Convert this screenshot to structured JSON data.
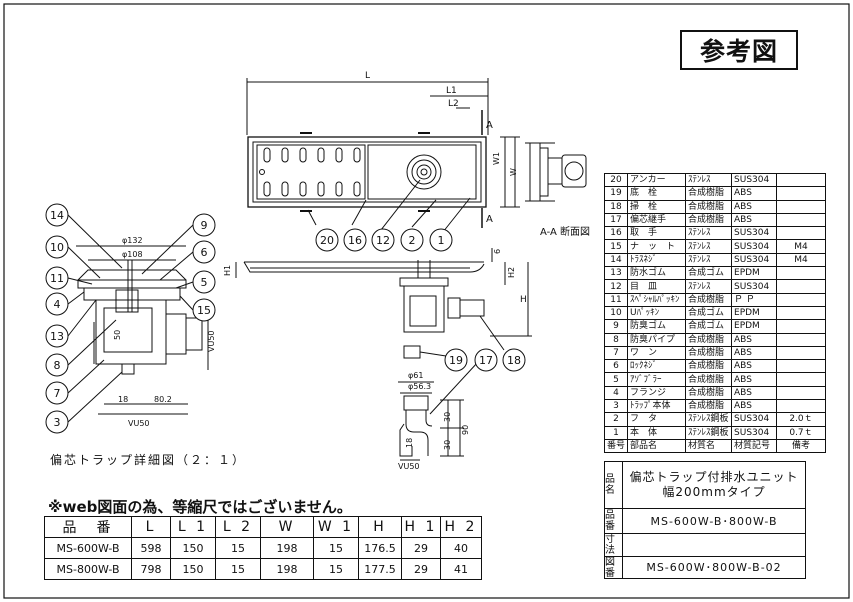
{
  "title_box": "参考図",
  "section_label": "A-A 断面図",
  "detail_caption": "偏芯トラップ詳細図（２：１）",
  "note": "※web図面の為、等縮尺ではございません。",
  "dim_labels": {
    "L": "L",
    "L1": "L1",
    "L2": "L2",
    "W": "W",
    "W1": "W1",
    "A_top": "A",
    "A_bottom": "A",
    "H": "H",
    "H1": "H1",
    "H2": "H2",
    "six": "6",
    "d132": "φ132",
    "d108": "φ108",
    "fifty": "50",
    "vu50_side": "VU50",
    "eighteen": "18",
    "eighty": "80.2",
    "vu50_bottom": "VU50",
    "d61": "φ61",
    "d56": "φ56.3",
    "ninety": "90",
    "thirty_a": "30",
    "thirty_b": "30",
    "eighteen2": "18",
    "vu50_small": "VU50"
  },
  "balloons_plan": [
    "20",
    "16",
    "12",
    "2",
    "1"
  ],
  "balloons_section": [
    "19",
    "17",
    "18"
  ],
  "balloons_detail": [
    "14",
    "10",
    "11",
    "4",
    "13",
    "8",
    "7",
    "3",
    "9",
    "6",
    "5",
    "15"
  ],
  "spec_table": {
    "headers": [
      "品　番",
      "L",
      "L 1",
      "L 2",
      "W",
      "W 1",
      "H",
      "H 1",
      "H 2"
    ],
    "rows": [
      [
        "MS-600W-B",
        "598",
        "150",
        "15",
        "198",
        "15",
        "176.5",
        "29",
        "40"
      ],
      [
        "MS-800W-B",
        "798",
        "150",
        "15",
        "198",
        "15",
        "177.5",
        "29",
        "41"
      ]
    ]
  },
  "parts_table": [
    [
      "20",
      "アンカー",
      "ｽﾃﾝﾚｽ",
      "SUS304",
      ""
    ],
    [
      "19",
      "底　栓",
      "合成樹脂",
      "ABS",
      ""
    ],
    [
      "18",
      "掃　栓",
      "合成樹脂",
      "ABS",
      ""
    ],
    [
      "17",
      "偏芯継手",
      "合成樹脂",
      "ABS",
      ""
    ],
    [
      "16",
      "取　手",
      "ｽﾃﾝﾚｽ",
      "SUS304",
      ""
    ],
    [
      "15",
      "ナ　ッ　ト",
      "ｽﾃﾝﾚｽ",
      "SUS304",
      "M4"
    ],
    [
      "14",
      "ﾄﾗｽﾈｼﾞ",
      "ｽﾃﾝﾚｽ",
      "SUS304",
      "M4"
    ],
    [
      "13",
      "防水ゴム",
      "合成ゴム",
      "EPDM",
      ""
    ],
    [
      "12",
      "目　皿",
      "ｽﾃﾝﾚｽ",
      "SUS304",
      ""
    ],
    [
      "11",
      "ｽﾍﾟｼｬﾙﾊﾟｯｷﾝ",
      "合成樹脂",
      "Ｐ Ｐ",
      ""
    ],
    [
      "10",
      "Uﾊﾟｯｷﾝ",
      "合成ゴム",
      "EPDM",
      ""
    ],
    [
      "9",
      "防臭ゴム",
      "合成ゴム",
      "EPDM",
      ""
    ],
    [
      "8",
      "防臭パイプ",
      "合成樹脂",
      "ABS",
      ""
    ],
    [
      "7",
      "ワ　ン",
      "合成樹脂",
      "ABS",
      ""
    ],
    [
      "6",
      "ﾛｯｸﾈｼﾞ",
      "合成樹脂",
      "ABS",
      ""
    ],
    [
      "5",
      "ｱｿﾞﾌﾞﾗｰ",
      "合成樹脂",
      "ABS",
      ""
    ],
    [
      "4",
      "フランジ",
      "合成樹脂",
      "ABS",
      ""
    ],
    [
      "3",
      "ﾄﾗｯﾌﾟ本体",
      "合成樹脂",
      "ABS",
      ""
    ],
    [
      "2",
      "フ　タ",
      "ｽﾃﾝﾚｽ鋼板",
      "SUS304",
      "2.0ｔ"
    ],
    [
      "1",
      "本　体",
      "ｽﾃﾝﾚｽ鋼板",
      "SUS304",
      "0.7ｔ"
    ],
    [
      "番号",
      "部品名",
      "材質名",
      "材質記号",
      "備考"
    ]
  ],
  "title_block": {
    "name_label": "品名",
    "name_value_1": "偏芯トラップ付排水ユニット",
    "name_value_2": "幅200mmタイプ",
    "number_label": "品番",
    "number_value": "MS-600W-B･800W-B",
    "size_label": "寸法",
    "size_value": "",
    "drawing_label": "図番",
    "drawing_value": "MS-600W･800W-B-02"
  }
}
